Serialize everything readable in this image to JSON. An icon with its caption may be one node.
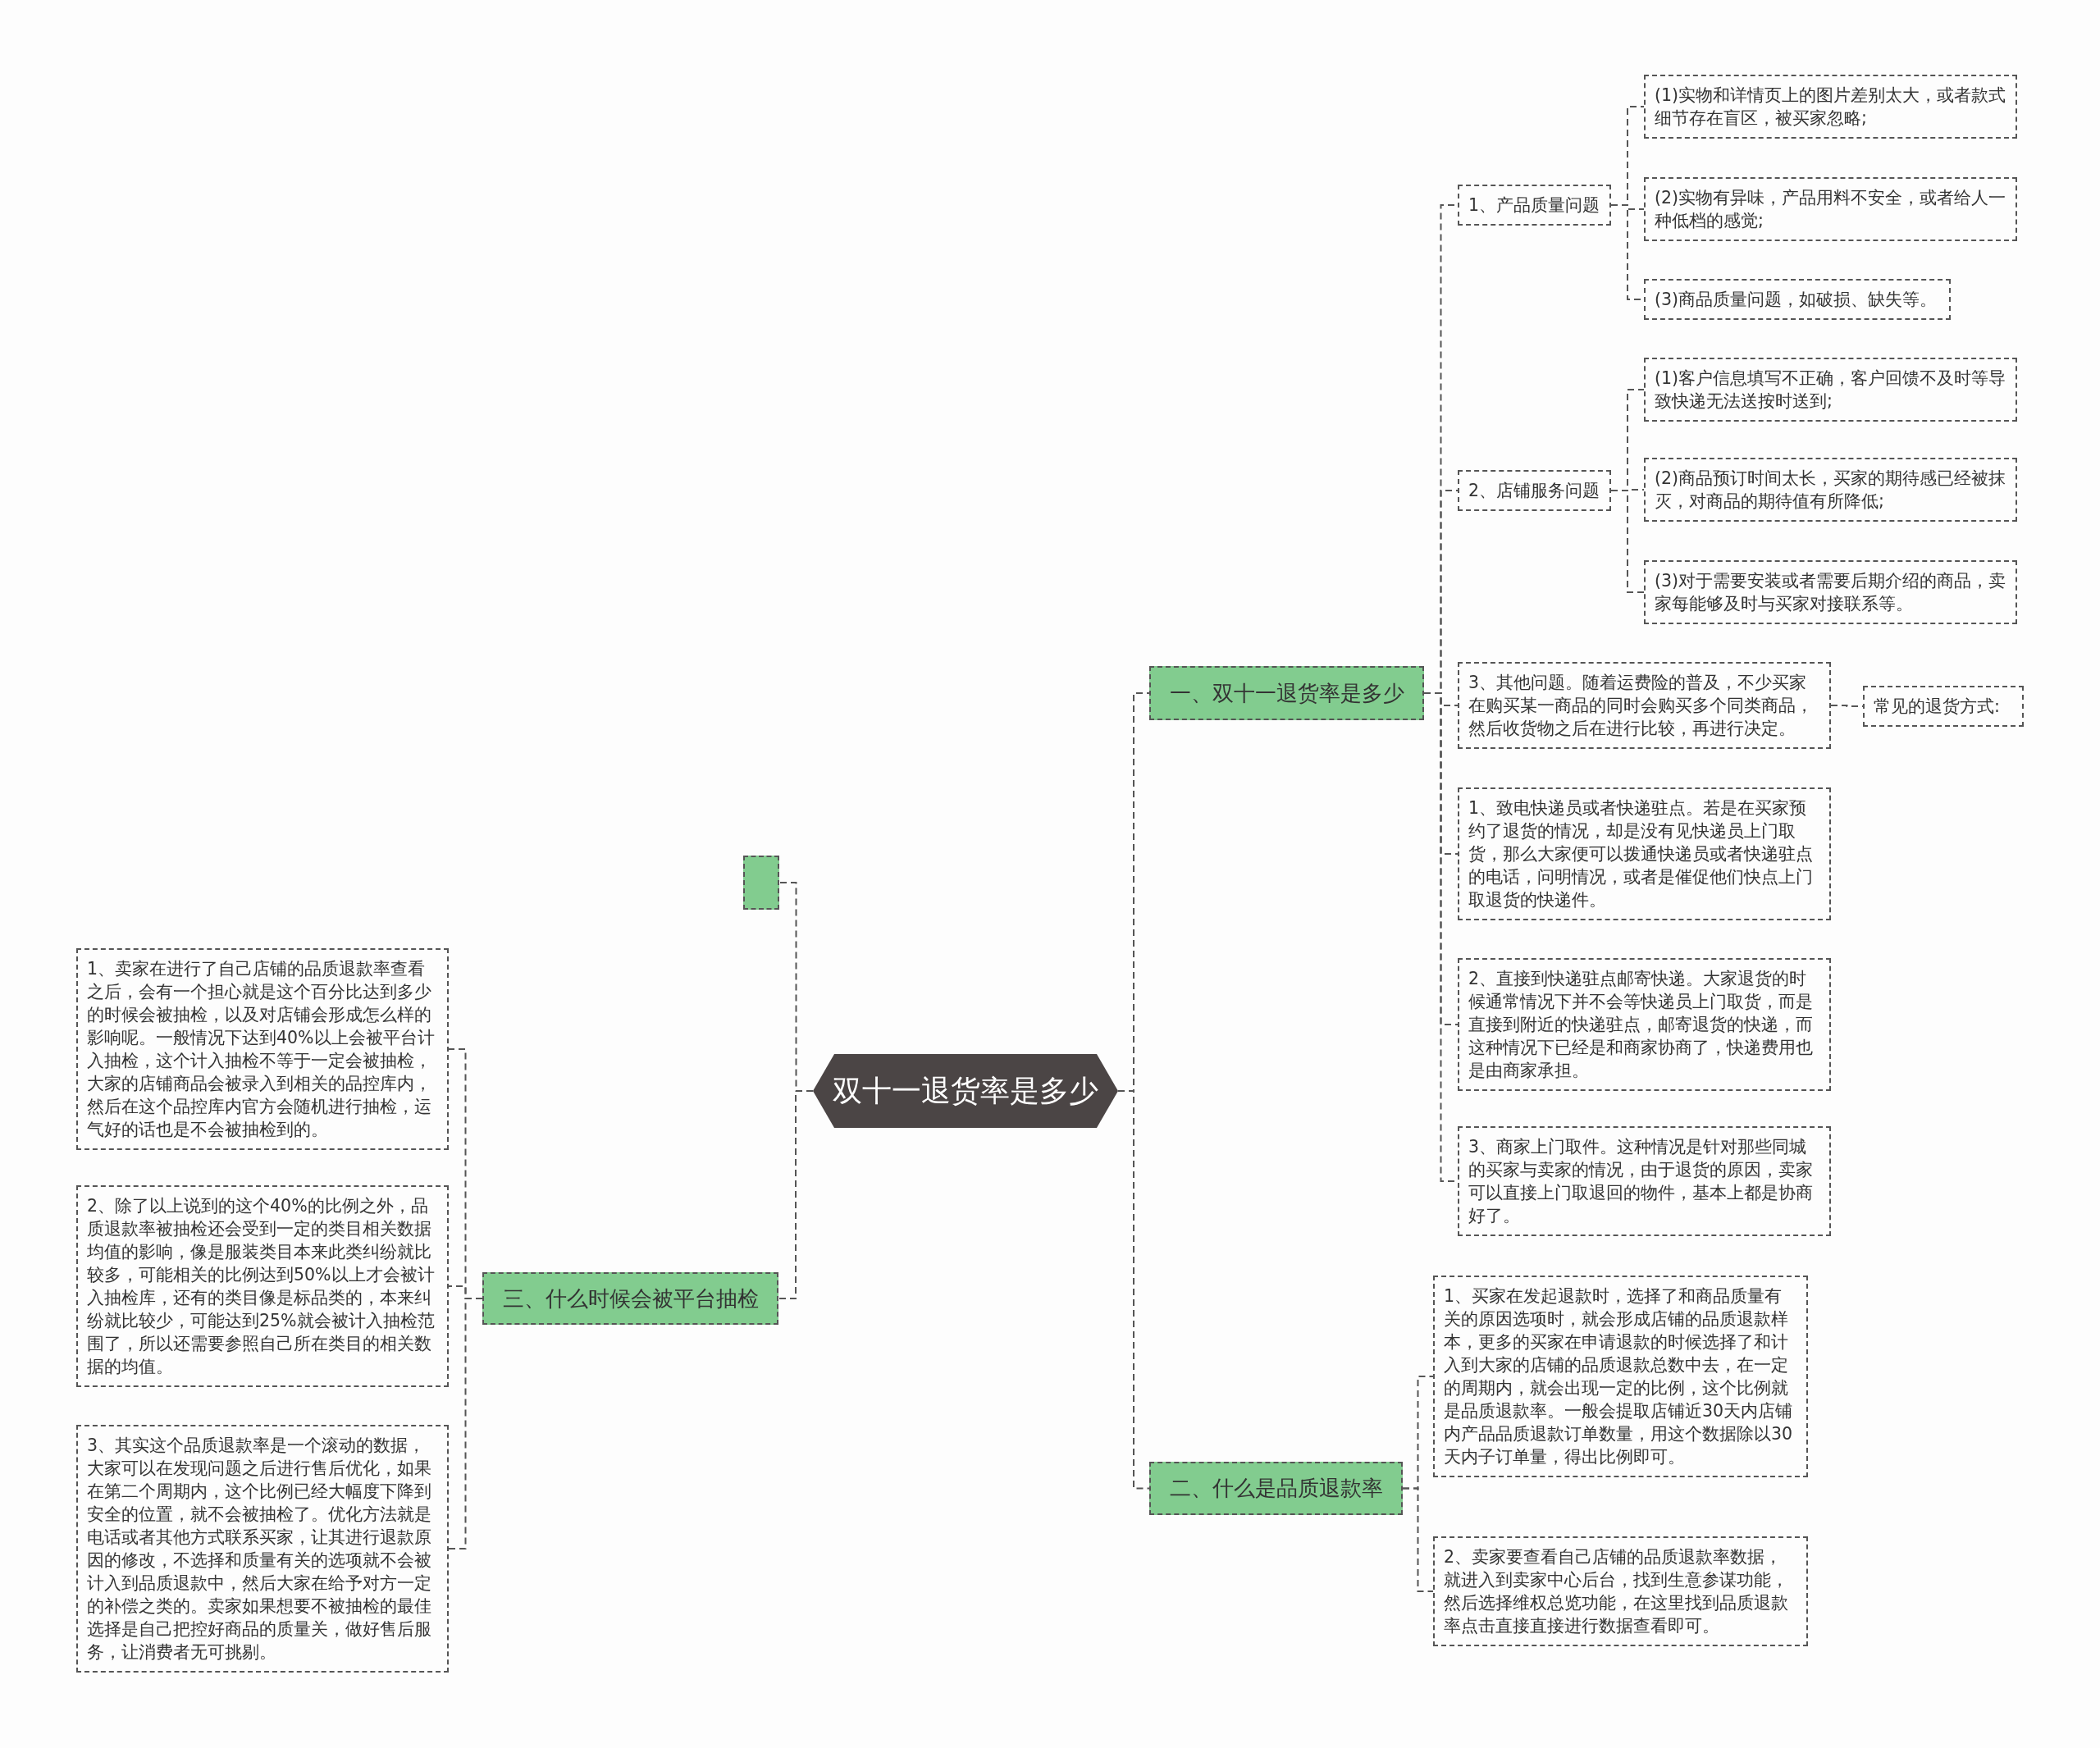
{
  "diagram": {
    "nodes": [
      {
        "text": [
          "双十一退货率是多少"
        ]
      },
      {
        "text": [
          "一、双十一退货率是多少"
        ]
      },
      {
        "text": [
          "1、产品质量问题"
        ]
      },
      {
        "text": [
          "(1)实物和详情页上的图片差别太大，或者款式细节存在盲区，被买家忽略;"
        ]
      },
      {
        "text": [
          "(2)实物有异味，产品用料不安全，或者给人一种低档的感觉;"
        ]
      },
      {
        "text": [
          "(3)商品质量问题，如破损、缺失等。"
        ]
      },
      {
        "text": [
          "2、店铺服务问题"
        ]
      },
      {
        "text": [
          "(1)客户信息填写不正确，客户回馈不及时等导致快递无法送按时送到;"
        ]
      },
      {
        "text": [
          "(2)商品预订时间太长，买家的期待感已经被抹灭，对商品的期待值有所降低;"
        ]
      },
      {
        "text": [
          "(3)对于需要安装或者需要后期介绍的商品，卖家每能够及时与买家对接联系等。"
        ]
      },
      {
        "text": [
          "3、其他问题。随着运费险的普及，不少买家在购买某一商品的同时会购买多个同类商品，然后收货物之后在进行比较，再进行决定。"
        ]
      },
      {
        "text": [
          "常见的退货方式:"
        ]
      },
      {
        "text": [
          "1、致电快递员或者快递驻点。若是在买家预约了退货的情况，却是没有见快递员上门取货，那么大家便可以拨通快递员或者快递驻点的电话，问明情况，或者是催促他们快点上门取退货的快递件。"
        ]
      },
      {
        "text": [
          "2、直接到快递驻点邮寄快递。大家退货的时候通常情况下并不会等快递员上门取货，而是直接到附近的快递驻点，邮寄退货的快递，而这种情况下已经是和商家协商了，快递费用也是由商家承担。"
        ]
      },
      {
        "text": [
          "3、商家上门取件。这种情况是针对那些同城的买家与卖家的情况，由于退货的原因，卖家可以直接上门取退回的物件，基本上都是协商好了。"
        ]
      },
      {
        "text": [
          "二、什么是品质退款率"
        ]
      },
      {
        "text": [
          "1、买家在发起退款时，选择了和商品质量有关的原因选项时，就会形成店铺的品质退款样本，更多的买家在申请退款的时候选择了和计入到大家的店铺的品质退款总数中去，在一定的周期内，就会出现一定的比例，这个比例就是品质退款率。一般会提取店铺近30天内店铺内产品品质退款订单数量，用这个数据除以30天内子订单量，得出比例即可。"
        ]
      },
      {
        "text": [
          "2、卖家要查看自己店铺的品质退款率数据，就进入到卖家中心后台，找到生意参谋功能，然后选择维权总览功能，在这里找到品质退款率点击直接直接进行数据查看即可。"
        ]
      },
      {
        "text": [],
        "shape": "box"
      },
      {
        "text": [
          "三、什么时候会被平台抽检"
        ]
      },
      {
        "text": [
          "1、卖家在进行了自己店铺的品质退款率查看之后，会有一个担心就是这个百分比达到多少的时候会被抽检，以及对店铺会形成怎么样的影响呢。一般情况下达到40%以上会被平台计入抽检，这个计入抽检不等于一定会被抽检，大家的店铺商品会被录入到相关的品控库内，然后在这个品控库内官方会随机进行抽检，运气好的话也是不会被抽检到的。"
        ]
      },
      {
        "text": [
          "2、除了以上说到的这个40%的比例之外，品质退款率被抽检还会受到一定的类目相关数据均值的影响，像是服装类目本来此类纠纷就比较多，可能相关的比例达到50%以上才会被计入抽检库，还有的类目像是标品类的，本来纠纷就比较少，可能达到25%就会被计入抽检范围了，所以还需要参照自己所在类目的相关数据的均值。"
        ]
      },
      {
        "text": [
          "3、其实这个品质退款率是一个滚动的数据，大家可以在发现问题之后进行售后优化，如果在第二个周期内，这个比例已经大幅度下降到安全的位置，就不会被抽检了。优化方法就是电话或者其他方式联系买家，让其进行退款原因的修改，不选择和质量有关的选项就不会被计入到品质退款中，然后大家在给予对方一定的补偿之类的。卖家如果想要不被抽检的最佳选择是自己把控好商品的质量关，做好售后服务，让消费者无可挑剔。"
        ]
      }
    ],
    "edges": [
      {
        "from": 0,
        "to": 1,
        "arrow": "none"
      },
      {
        "from": 1,
        "to": 2,
        "arrow": "none"
      },
      {
        "from": 2,
        "to": 3,
        "arrow": "none"
      },
      {
        "from": 2,
        "to": 4,
        "arrow": "none"
      },
      {
        "from": 2,
        "to": 5,
        "arrow": "none"
      },
      {
        "from": 1,
        "to": 6,
        "arrow": "none"
      },
      {
        "from": 6,
        "to": 7,
        "arrow": "none"
      },
      {
        "from": 6,
        "to": 8,
        "arrow": "none"
      },
      {
        "from": 6,
        "to": 9,
        "arrow": "none"
      },
      {
        "from": 1,
        "to": 10,
        "arrow": "none"
      },
      {
        "from": 10,
        "to": 11,
        "arrow": "none"
      },
      {
        "from": 1,
        "to": 12,
        "arrow": "none"
      },
      {
        "from": 1,
        "to": 13,
        "arrow": "none"
      },
      {
        "from": 1,
        "to": 14,
        "arrow": "none"
      },
      {
        "from": 0,
        "to": 15,
        "arrow": "none"
      },
      {
        "from": 15,
        "to": 16,
        "arrow": "none"
      },
      {
        "from": 15,
        "to": 17,
        "arrow": "none"
      },
      {
        "from": 0,
        "to": 18,
        "arrow": "none"
      },
      {
        "from": 0,
        "to": 19,
        "arrow": "none"
      },
      {
        "from": 19,
        "to": 20,
        "arrow": "none"
      },
      {
        "from": 19,
        "to": 21,
        "arrow": "none"
      },
      {
        "from": 19,
        "to": 22,
        "arrow": "none"
      }
    ]
  }
}
